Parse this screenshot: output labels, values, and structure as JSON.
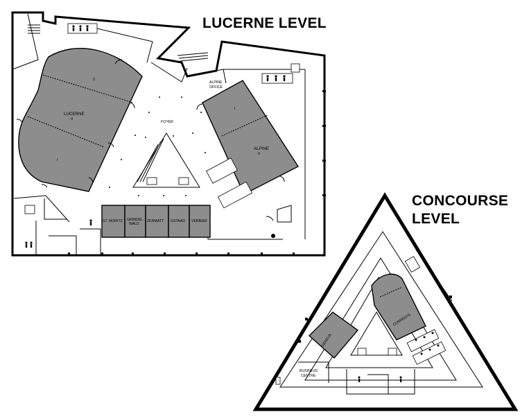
{
  "headings": {
    "lucerne": "LUCERNE LEVEL",
    "concourse_line1": "CONCOURSE",
    "concourse_line2": "LEVEL"
  },
  "lucerne_rooms": {
    "lucerne": "LUCERNE",
    "lucerne_sub": "II",
    "lucerne_part1": "I",
    "lucerne_part2": "II",
    "alpine": "ALPINE",
    "alpine_sub": "II",
    "alpine_part1": "I",
    "alpine_office_1": "ALPINE",
    "alpine_office_2": "OFFICE",
    "foyer": "FOYER",
    "st_moritz": "ST. MORITZ",
    "grindelwald_1": "GRINDEL",
    "grindelwald_2": "WALD",
    "zermatt": "ZERMATT",
    "gstaad": "GSTAAD",
    "verbier": "VERBIER"
  },
  "concourse_rooms": {
    "currents": "CURRENTS",
    "geneva": "GENEVA",
    "business_1": "BUSINESS",
    "business_2": "CENTRE"
  },
  "colors": {
    "room_fill": "#8d8d8d",
    "wall": "#000000",
    "background": "#ffffff"
  },
  "icons": [
    "restroom-icon",
    "elevator-icon",
    "stairs-icon",
    "door-icon"
  ]
}
